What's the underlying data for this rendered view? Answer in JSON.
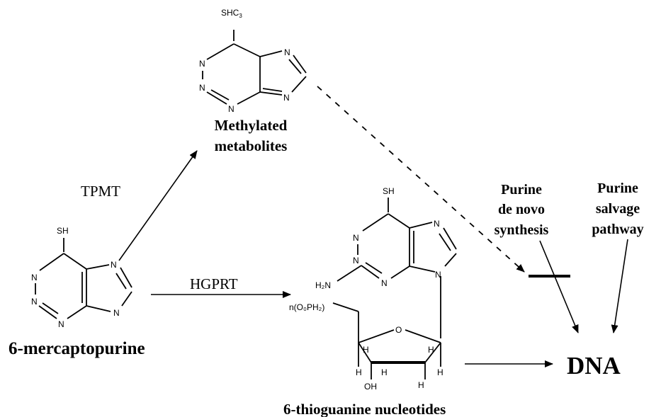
{
  "labels": {
    "methylated": [
      "Methylated",
      "metabolites"
    ],
    "tpmt": "TPMT",
    "hgprt": "HGPRT",
    "mercaptopurine": "6-mercaptopurine",
    "tgn": "6-thioguanine nucleotides",
    "de_novo": [
      "Purine",
      "de novo",
      "synthesis"
    ],
    "salvage": [
      "Purine",
      "salvage",
      "pathway"
    ],
    "dna": "DNA"
  },
  "atoms": {
    "sh": "SH",
    "shc3": "SHC",
    "shc3_sub": "3",
    "n": "N",
    "h2n": "H₂N",
    "phosphate": "n(O₀PH₂)",
    "o": "O",
    "oh": "OH",
    "h": "H"
  }
}
